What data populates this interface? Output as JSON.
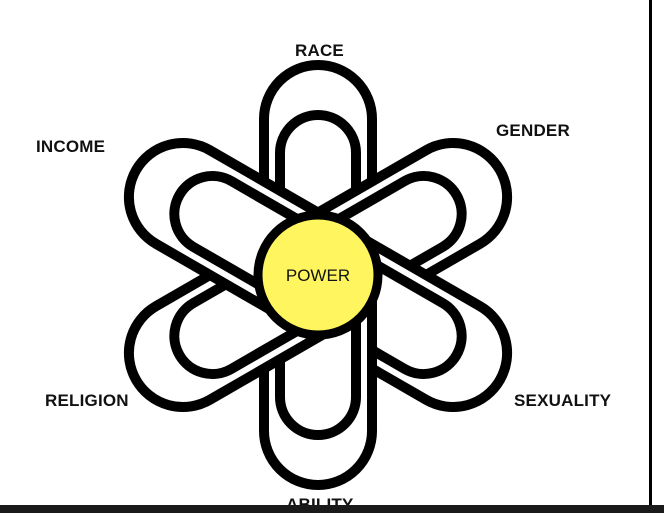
{
  "diagram": {
    "center": {
      "label": "POWER",
      "fill": "#fff55e"
    },
    "petal_stroke": "#000000",
    "petals": [
      {
        "label": "RACE"
      },
      {
        "label": "GENDER"
      },
      {
        "label": "SEXUALITY"
      },
      {
        "label": "ABILITY"
      },
      {
        "label": "RELIGION"
      },
      {
        "label": "INCOME"
      }
    ]
  }
}
